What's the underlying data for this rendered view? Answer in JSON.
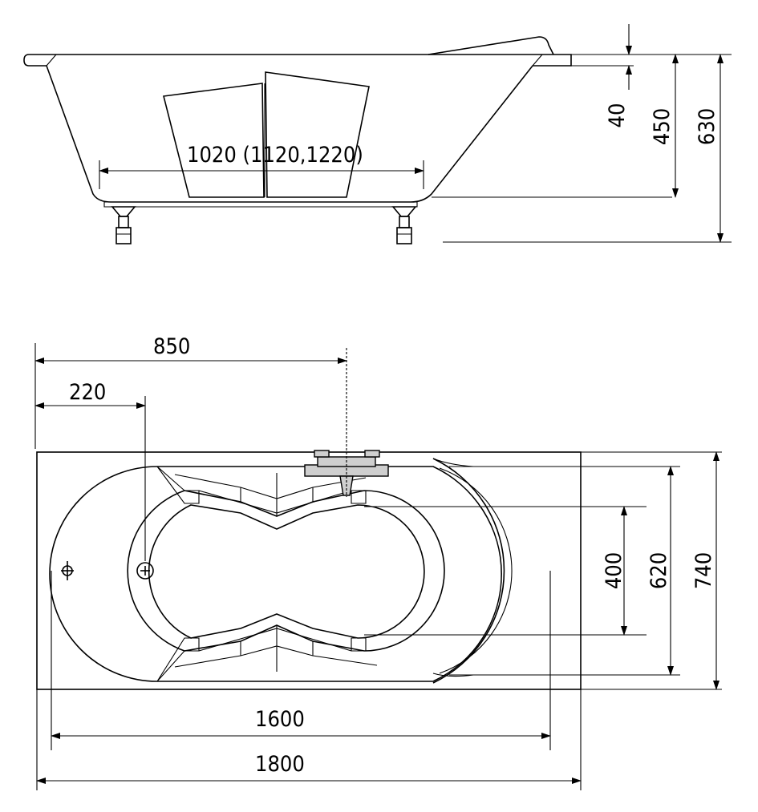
{
  "side_view": {
    "width_label": "1020 (1120,1220)",
    "rim_label": "40",
    "depth_label": "450",
    "height_label": "630"
  },
  "top_view": {
    "faucet_offset_label": "850",
    "drain_offset_label": "220",
    "inner_length_label": "1600",
    "outer_length_label": "1800",
    "inner_width_label": "400",
    "middle_width_label": "620",
    "outer_width_label": "740"
  }
}
